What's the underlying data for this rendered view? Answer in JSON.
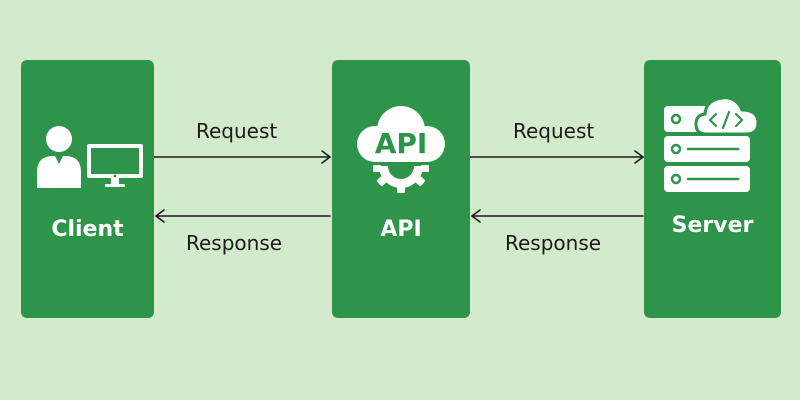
{
  "client": {
    "label": "Client"
  },
  "api": {
    "label": "API",
    "icon_text": "API"
  },
  "server": {
    "label": "Server"
  },
  "arrows": {
    "client_to_api": "Request",
    "api_to_client": "Response",
    "api_to_server": "Request",
    "server_to_api": "Response"
  },
  "colors": {
    "background": "#d4eacc",
    "panel": "#2e9449",
    "arrow": "#1a1a1a",
    "icon": "#ffffff"
  },
  "icons": {
    "client": "user-with-monitor-icon",
    "api": "api-cloud-gear-icon",
    "server": "server-rack-cloud-code-icon"
  }
}
